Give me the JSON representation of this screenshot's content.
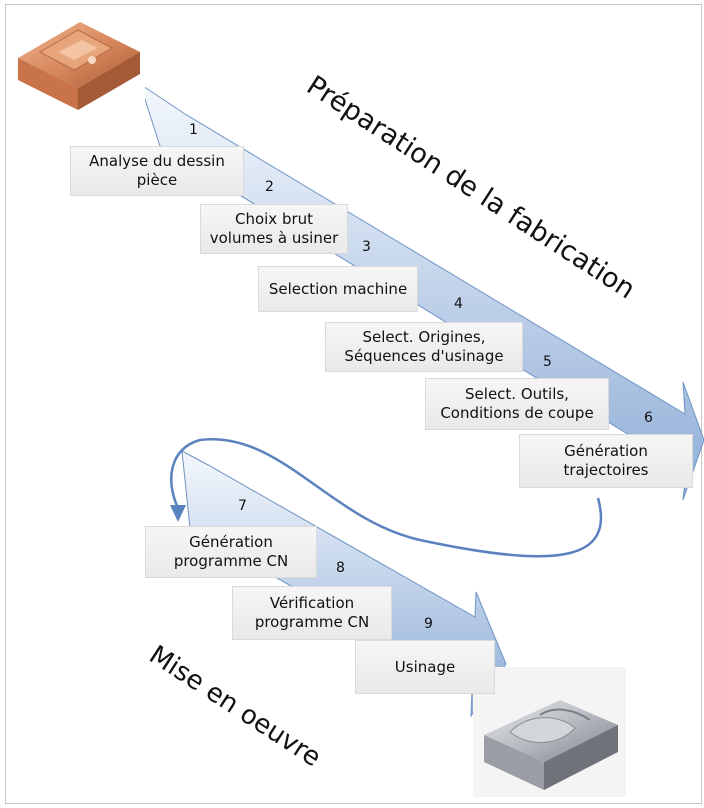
{
  "titles": {
    "top": "Préparation de la fabrication",
    "bottom": "Mise en oeuvre"
  },
  "steps": [
    {
      "number": "1",
      "label_lines": [
        "Analyse du dessin",
        "pièce"
      ]
    },
    {
      "number": "2",
      "label_lines": [
        "Choix brut",
        "volumes à usiner"
      ]
    },
    {
      "number": "3",
      "label_lines": [
        "Selection machine"
      ]
    },
    {
      "number": "4",
      "label_lines": [
        "Select. Origines,",
        "Séquences d'usinage"
      ]
    },
    {
      "number": "5",
      "label_lines": [
        "Select. Outils,",
        "Conditions de coupe"
      ]
    },
    {
      "number": "6",
      "label_lines": [
        "Génération",
        "trajectoires"
      ]
    },
    {
      "number": "7",
      "label_lines": [
        "Génération",
        "programme CN"
      ]
    },
    {
      "number": "8",
      "label_lines": [
        "Vérification",
        "programme CN"
      ]
    },
    {
      "number": "9",
      "label_lines": [
        "Usinage"
      ]
    }
  ],
  "colors": {
    "arrow_light": "#f4f8fd",
    "arrow_dark": "#8eadd6",
    "arrow_stroke": "#6f93c4",
    "loop_stroke": "#5a82be",
    "copper": "#d98a5e",
    "aluminium": "#b8bcc2"
  }
}
